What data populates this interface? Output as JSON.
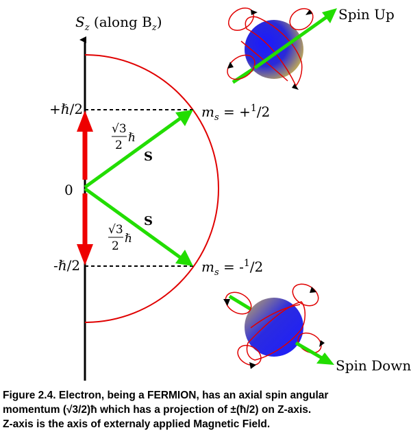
{
  "diagram": {
    "axis_label": "S",
    "axis_label_sub": "z",
    "axis_label_rest": " (along B",
    "axis_label_rest_sub": "z",
    "axis_label_close": ")",
    "plus_label": "+ℏ/2",
    "zero_label": "0",
    "minus_label": "-ℏ/2",
    "ms_up_m": "m",
    "ms_up_sub": "s",
    "ms_up_eq": " = +",
    "ms_up_num": "1",
    "ms_up_den": "/2",
    "ms_down_m": "m",
    "ms_down_sub": "s",
    "ms_down_eq": " = -",
    "ms_down_num": "1",
    "ms_down_den": "/2",
    "sqrt_num": "√3",
    "sqrt_den": "2",
    "hbar": "ℏ",
    "vector_label": "S",
    "spin_up_label": "Spin Up",
    "spin_down_label": "Spin Down",
    "colors": {
      "arc": "#e00000",
      "projection_arrow": "#ee0000",
      "spin_vector": "#22dd00",
      "axis": "#000000"
    }
  },
  "caption": {
    "line1": "Figure 2.4. Electron, being a FERMION, has an axial spin angular",
    "line2": "momentum (√3/2)ħ which has a projection of  ±(ħ/2) on Z-axis.",
    "line3": "Z-axis is the axis of externaly applied Magnetic Field."
  }
}
